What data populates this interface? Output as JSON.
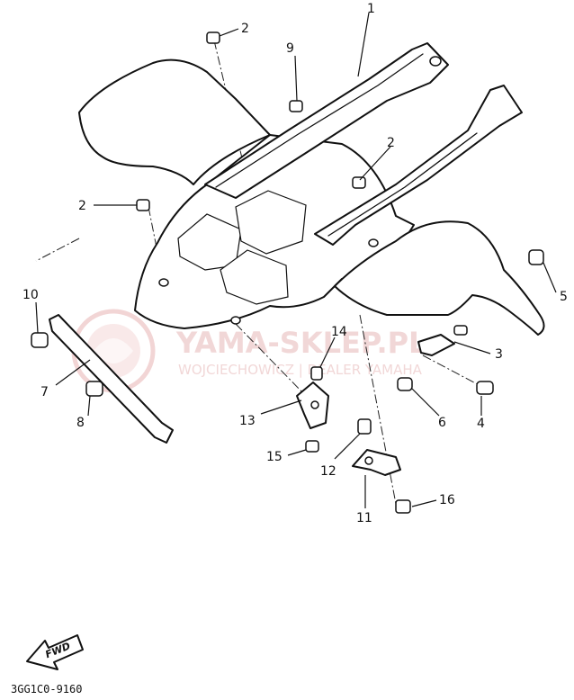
{
  "diagram": {
    "callouts": [
      {
        "id": "c1",
        "label": "1"
      },
      {
        "id": "c2a",
        "label": "2"
      },
      {
        "id": "c2b",
        "label": "2"
      },
      {
        "id": "c2c",
        "label": "2"
      },
      {
        "id": "c3",
        "label": "3"
      },
      {
        "id": "c4",
        "label": "4"
      },
      {
        "id": "c5",
        "label": "5"
      },
      {
        "id": "c6",
        "label": "6"
      },
      {
        "id": "c7",
        "label": "7"
      },
      {
        "id": "c8",
        "label": "8"
      },
      {
        "id": "c9",
        "label": "9"
      },
      {
        "id": "c10",
        "label": "10"
      },
      {
        "id": "c11",
        "label": "11"
      },
      {
        "id": "c12",
        "label": "12"
      },
      {
        "id": "c13",
        "label": "13"
      },
      {
        "id": "c14",
        "label": "14"
      },
      {
        "id": "c15",
        "label": "15"
      },
      {
        "id": "c16",
        "label": "16"
      }
    ],
    "fwd_label": "FWD",
    "drawing_code": "3GG1C0-9160"
  },
  "watermark": {
    "title": "YAMA-SKLEP.PL",
    "subtitle": "WOJCIECHOWICZ | DEALER YAMAHA",
    "color": "#d98c8c"
  }
}
